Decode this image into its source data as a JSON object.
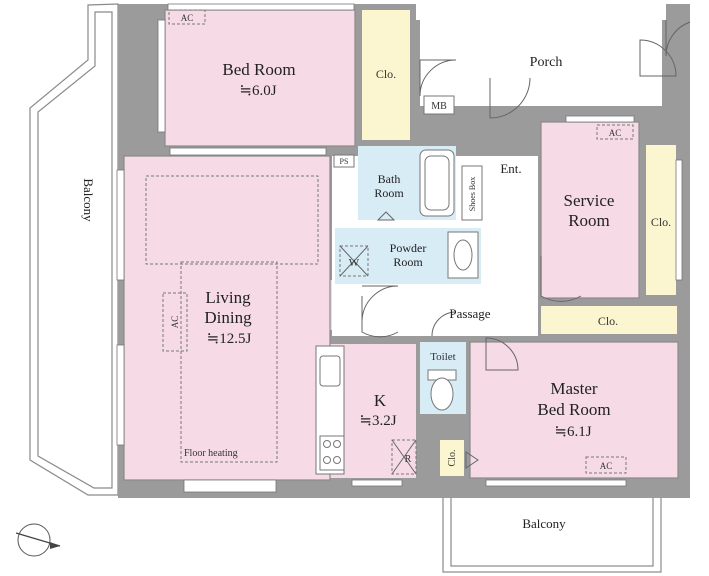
{
  "rooms": {
    "bed_room": {
      "name": "Bed Room",
      "size": "≒6.0J",
      "ac": "AC"
    },
    "service_room": {
      "name_line1": "Service",
      "name_line2": "Room",
      "ac": "AC"
    },
    "living": {
      "line1": "Living",
      "line2": "Dining",
      "size": "≒12.5J",
      "ac": "AC",
      "floor_heating": "Floor heating"
    },
    "kitchen": {
      "name": "K",
      "size": "≒3.2J",
      "fridge": "R"
    },
    "master": {
      "line1": "Master",
      "line2": "Bed Room",
      "size": "≒6.1J",
      "ac": "AC"
    },
    "bath": {
      "line1": "Bath",
      "line2": "Room"
    },
    "powder": {
      "line1": "Powder",
      "line2": "Room",
      "washer": "W"
    },
    "toilet": "Toilet",
    "passage": "Passage",
    "porch": "Porch",
    "entrance": "Ent.",
    "shoes_box": "Shoes Box",
    "mb": "MB",
    "ps": "PS",
    "closets": {
      "bed": "Clo.",
      "service": "Clo.",
      "master_top": "Clo.",
      "master_small": "Clo."
    },
    "balcony_left": "Balcony",
    "balcony_bottom": "Balcony"
  },
  "colors": {
    "pink_room": "#f6dbe7",
    "closet": "#fbf6cf",
    "water": "#d8ecf6",
    "wall": "#9b9b9b",
    "floor": "#ffffff"
  }
}
